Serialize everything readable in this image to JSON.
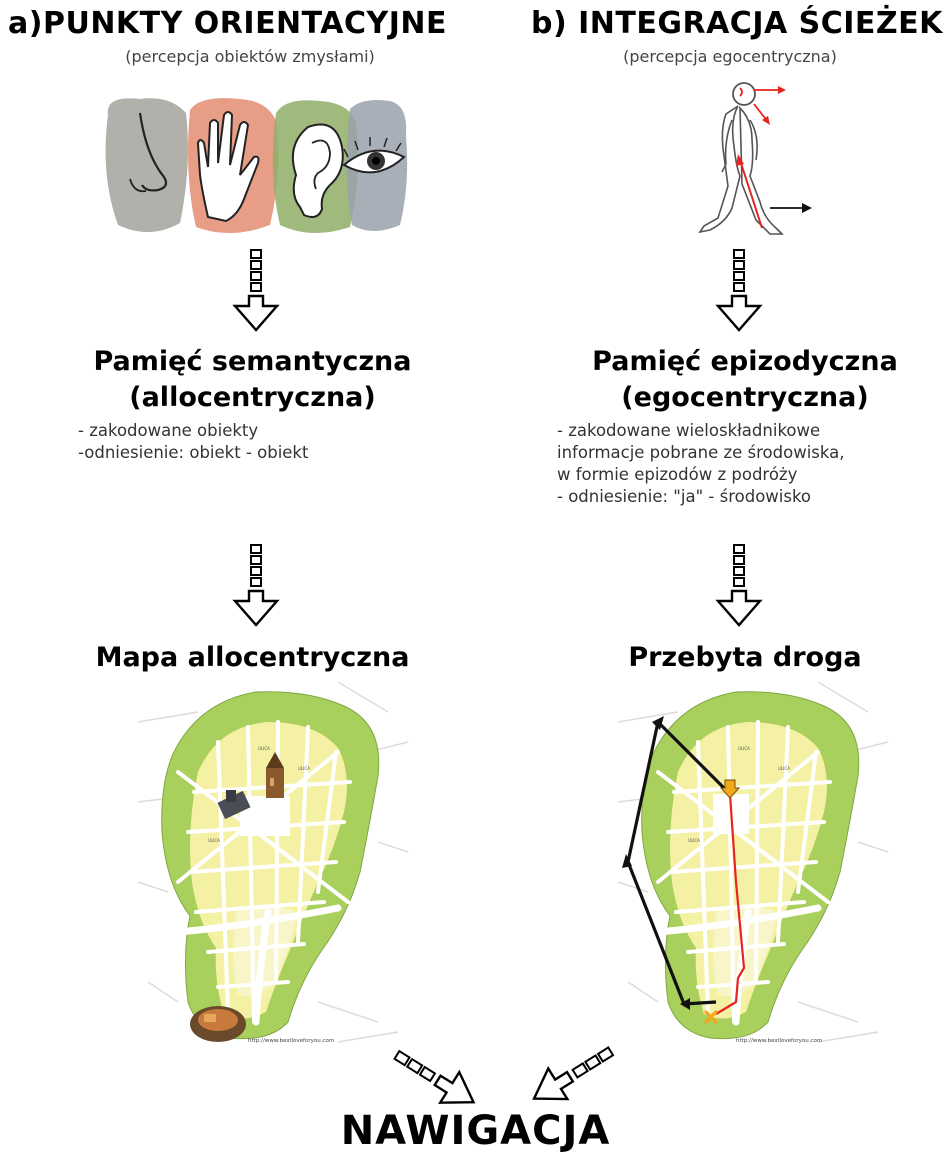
{
  "left": {
    "header_letter": "a)",
    "header": "PUNKTY ORIENTACYJNE",
    "subheader": "(percepcja obiektów zmysłami)",
    "senses_icons": [
      "nose-icon",
      "hand-icon",
      "ear-icon",
      "eye-icon"
    ],
    "memory_title_line1": "Pamięć semantyczna",
    "memory_title_line2": "(allocentryczna)",
    "desc_lines": [
      "- zakodowane obiekty",
      "-odniesienie: obiekt - obiekt"
    ],
    "map_title": "Mapa allocentryczna",
    "map_credit": "http://www.bestloveforyou.com"
  },
  "right": {
    "header_letter": "b)",
    "header": "INTEGRACJA ŚCIEŻEK",
    "subheader": "(percepcja egocentryczna)",
    "figure_icon": "walking-person-icon",
    "memory_title_line1": "Pamięć epizodyczna",
    "memory_title_line2": "(egocentryczna)",
    "desc_lines": [
      "- zakodowane wieloskładnikowe",
      "informacje pobrane ze środowiska,",
      "w formie epizodów z podróży",
      "- odniesienie: \"ja\" - środowisko"
    ],
    "map_title": "Przebyta droga",
    "map_credit": "http://www.bestloveforyou.com"
  },
  "final_title": "NAWIGACJA",
  "colors": {
    "park": "#a9cf5c",
    "district": "#f4f0a4",
    "district_light": "#f8f6c8",
    "street": "#ffffff",
    "route_black": "#111111",
    "route_red": "#e8241e",
    "marker": "#f2a81d"
  }
}
